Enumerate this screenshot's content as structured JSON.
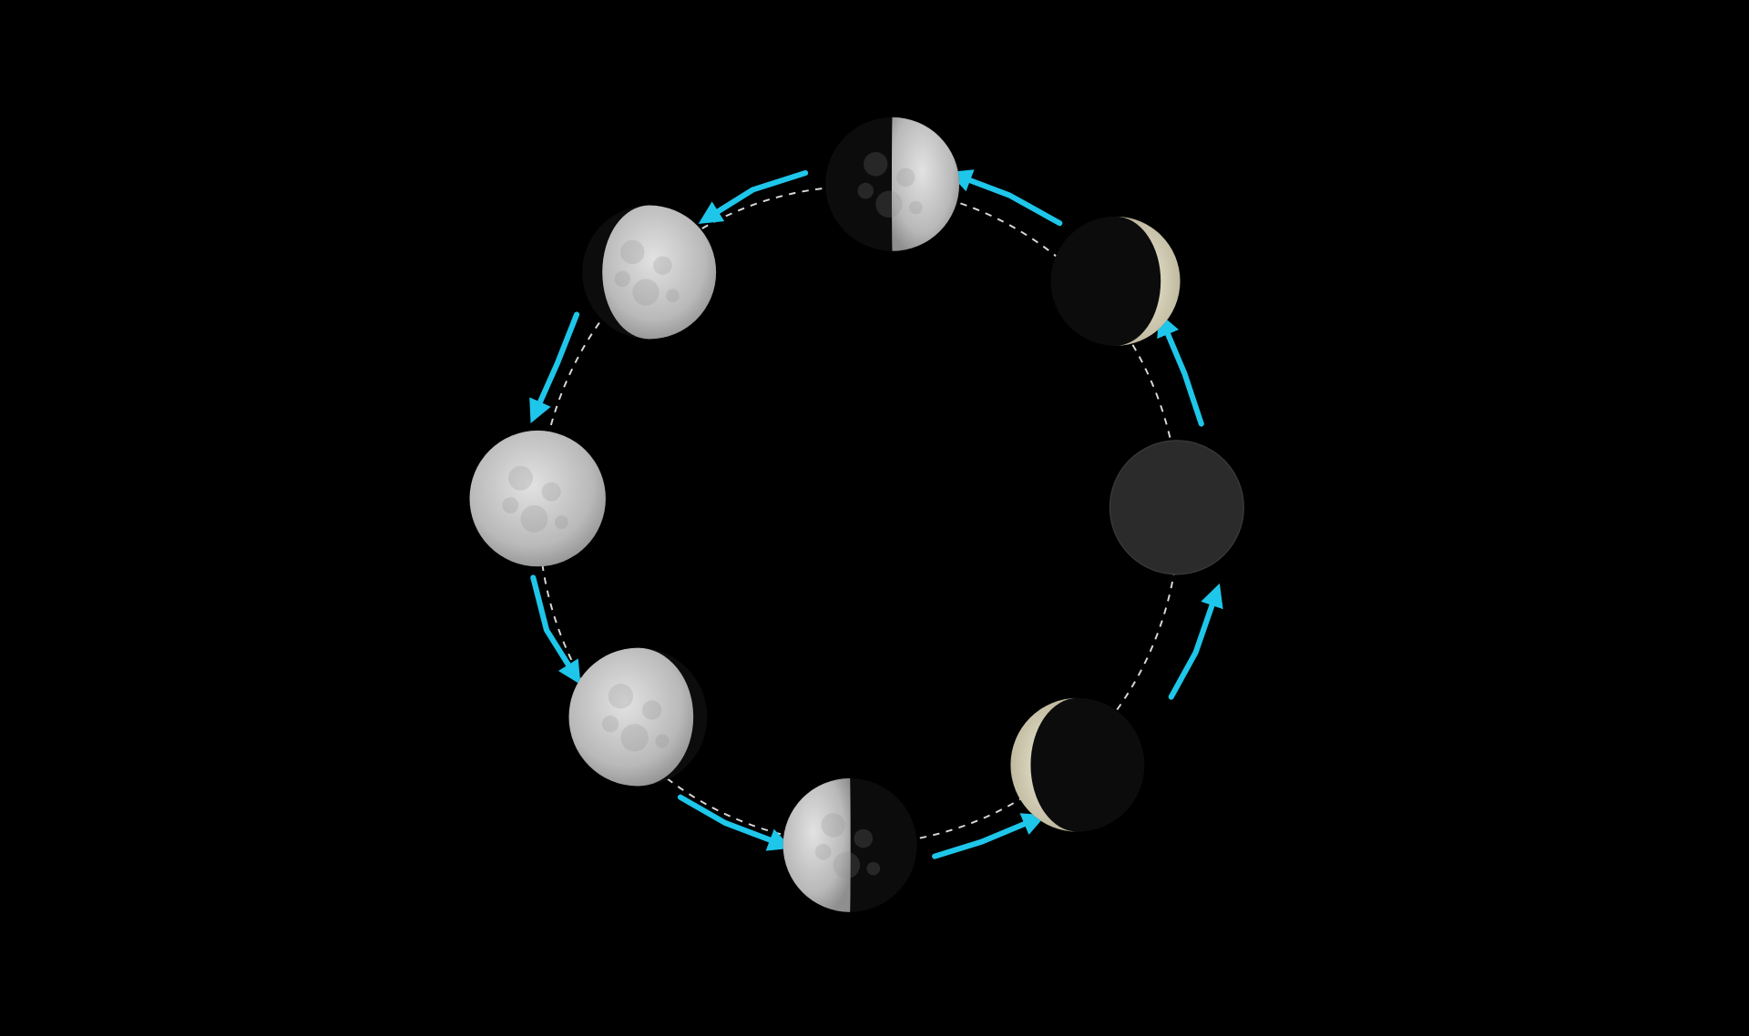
{
  "colors": {
    "background": "#000000",
    "arrow": "#1ec6ea",
    "orbit_dash": "#d8d8d8",
    "moon_lit": "#c9c9c9",
    "moon_dark": "#0c0c0c",
    "new_moon": "#2b2b2b"
  },
  "phases": [
    {
      "icon": "new-moon-icon",
      "lit_side": "right",
      "illumination": 0.0
    },
    {
      "icon": "waxing-crescent-icon",
      "lit_side": "right",
      "illumination": 0.15
    },
    {
      "icon": "first-quarter-icon",
      "lit_side": "right",
      "illumination": 0.5
    },
    {
      "icon": "waxing-gibbous-icon",
      "lit_side": "right",
      "illumination": 0.85
    },
    {
      "icon": "full-moon-icon",
      "lit_side": "right",
      "illumination": 1.0
    },
    {
      "icon": "waning-gibbous-icon",
      "lit_side": "left",
      "illumination": 0.9
    },
    {
      "icon": "last-quarter-icon",
      "lit_side": "left",
      "illumination": 0.5
    },
    {
      "icon": "waning-crescent-icon",
      "lit_side": "left",
      "illumination": 0.15
    }
  ],
  "arrow_direction": "counterclockwise"
}
